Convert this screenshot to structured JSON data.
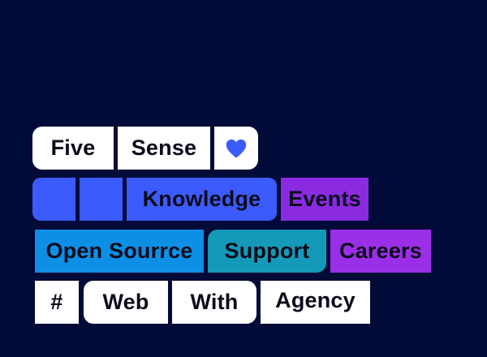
{
  "chips": {
    "five": "Five",
    "sense": "Sense",
    "heart_icon": "heart-icon",
    "knowledge": "Knowledge",
    "events": "Events",
    "open_source": "Open Sourrce",
    "support": "Support",
    "careers": "Careers",
    "hash": "#",
    "web": "Web",
    "with": "With",
    "agency": "Agency"
  },
  "colors": {
    "background": "#020b38",
    "white": "#ffffff",
    "blue": "#3b5bfd",
    "purple": "#8a2be2",
    "sky": "#0d8fe6",
    "teal": "#1599b8",
    "violet": "#9b2fe8"
  }
}
